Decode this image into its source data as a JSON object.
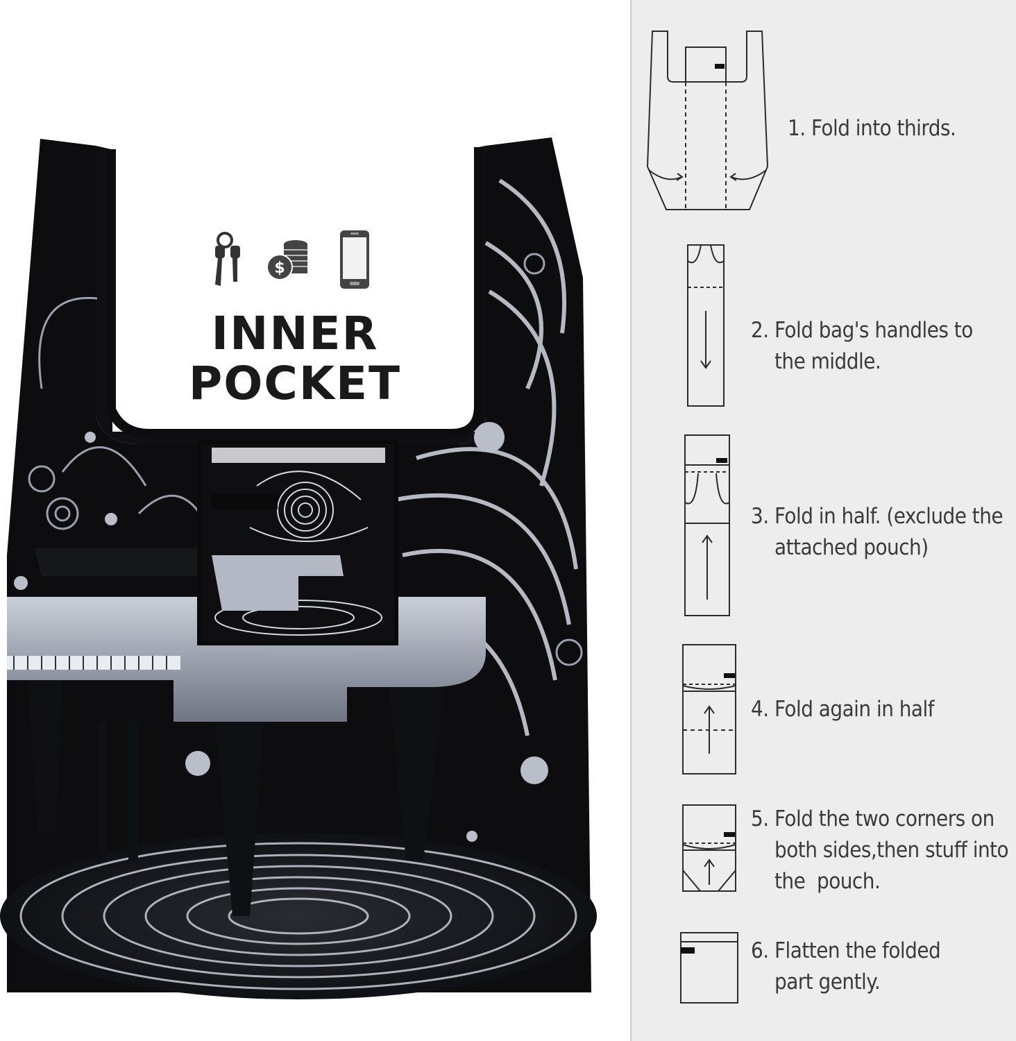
{
  "bag": {
    "pocket_line1": "INNER",
    "pocket_line2": "POCKET",
    "pocket_icons": [
      "keys-icon",
      "coins-icon",
      "phone-icon"
    ],
    "colors": {
      "bag_black": "#0d0d0f",
      "swirl": "#c8ccd6",
      "lining": "#ffffff",
      "text": "#1a1a1a"
    }
  },
  "steps": [
    {
      "line1": "1. Fold into thirds.",
      "line2": "",
      "line3": ""
    },
    {
      "line1": "2. Fold bag's handles to",
      "line2": "the middle.",
      "line3": ""
    },
    {
      "line1": "3. Fold in half. (exclude the",
      "line2": "attached pouch)",
      "line3": ""
    },
    {
      "line1": "4. Fold again in half",
      "line2": "",
      "line3": ""
    },
    {
      "line1": "5. Fold the two corners on",
      "line2": "both sides,then stuff into",
      "line3": "the  pouch."
    },
    {
      "line1": "6. Flatten the folded",
      "line2": "part gently.",
      "line3": ""
    }
  ],
  "panel_colors": {
    "background": "#ededee",
    "line": "#2b2b2b"
  }
}
